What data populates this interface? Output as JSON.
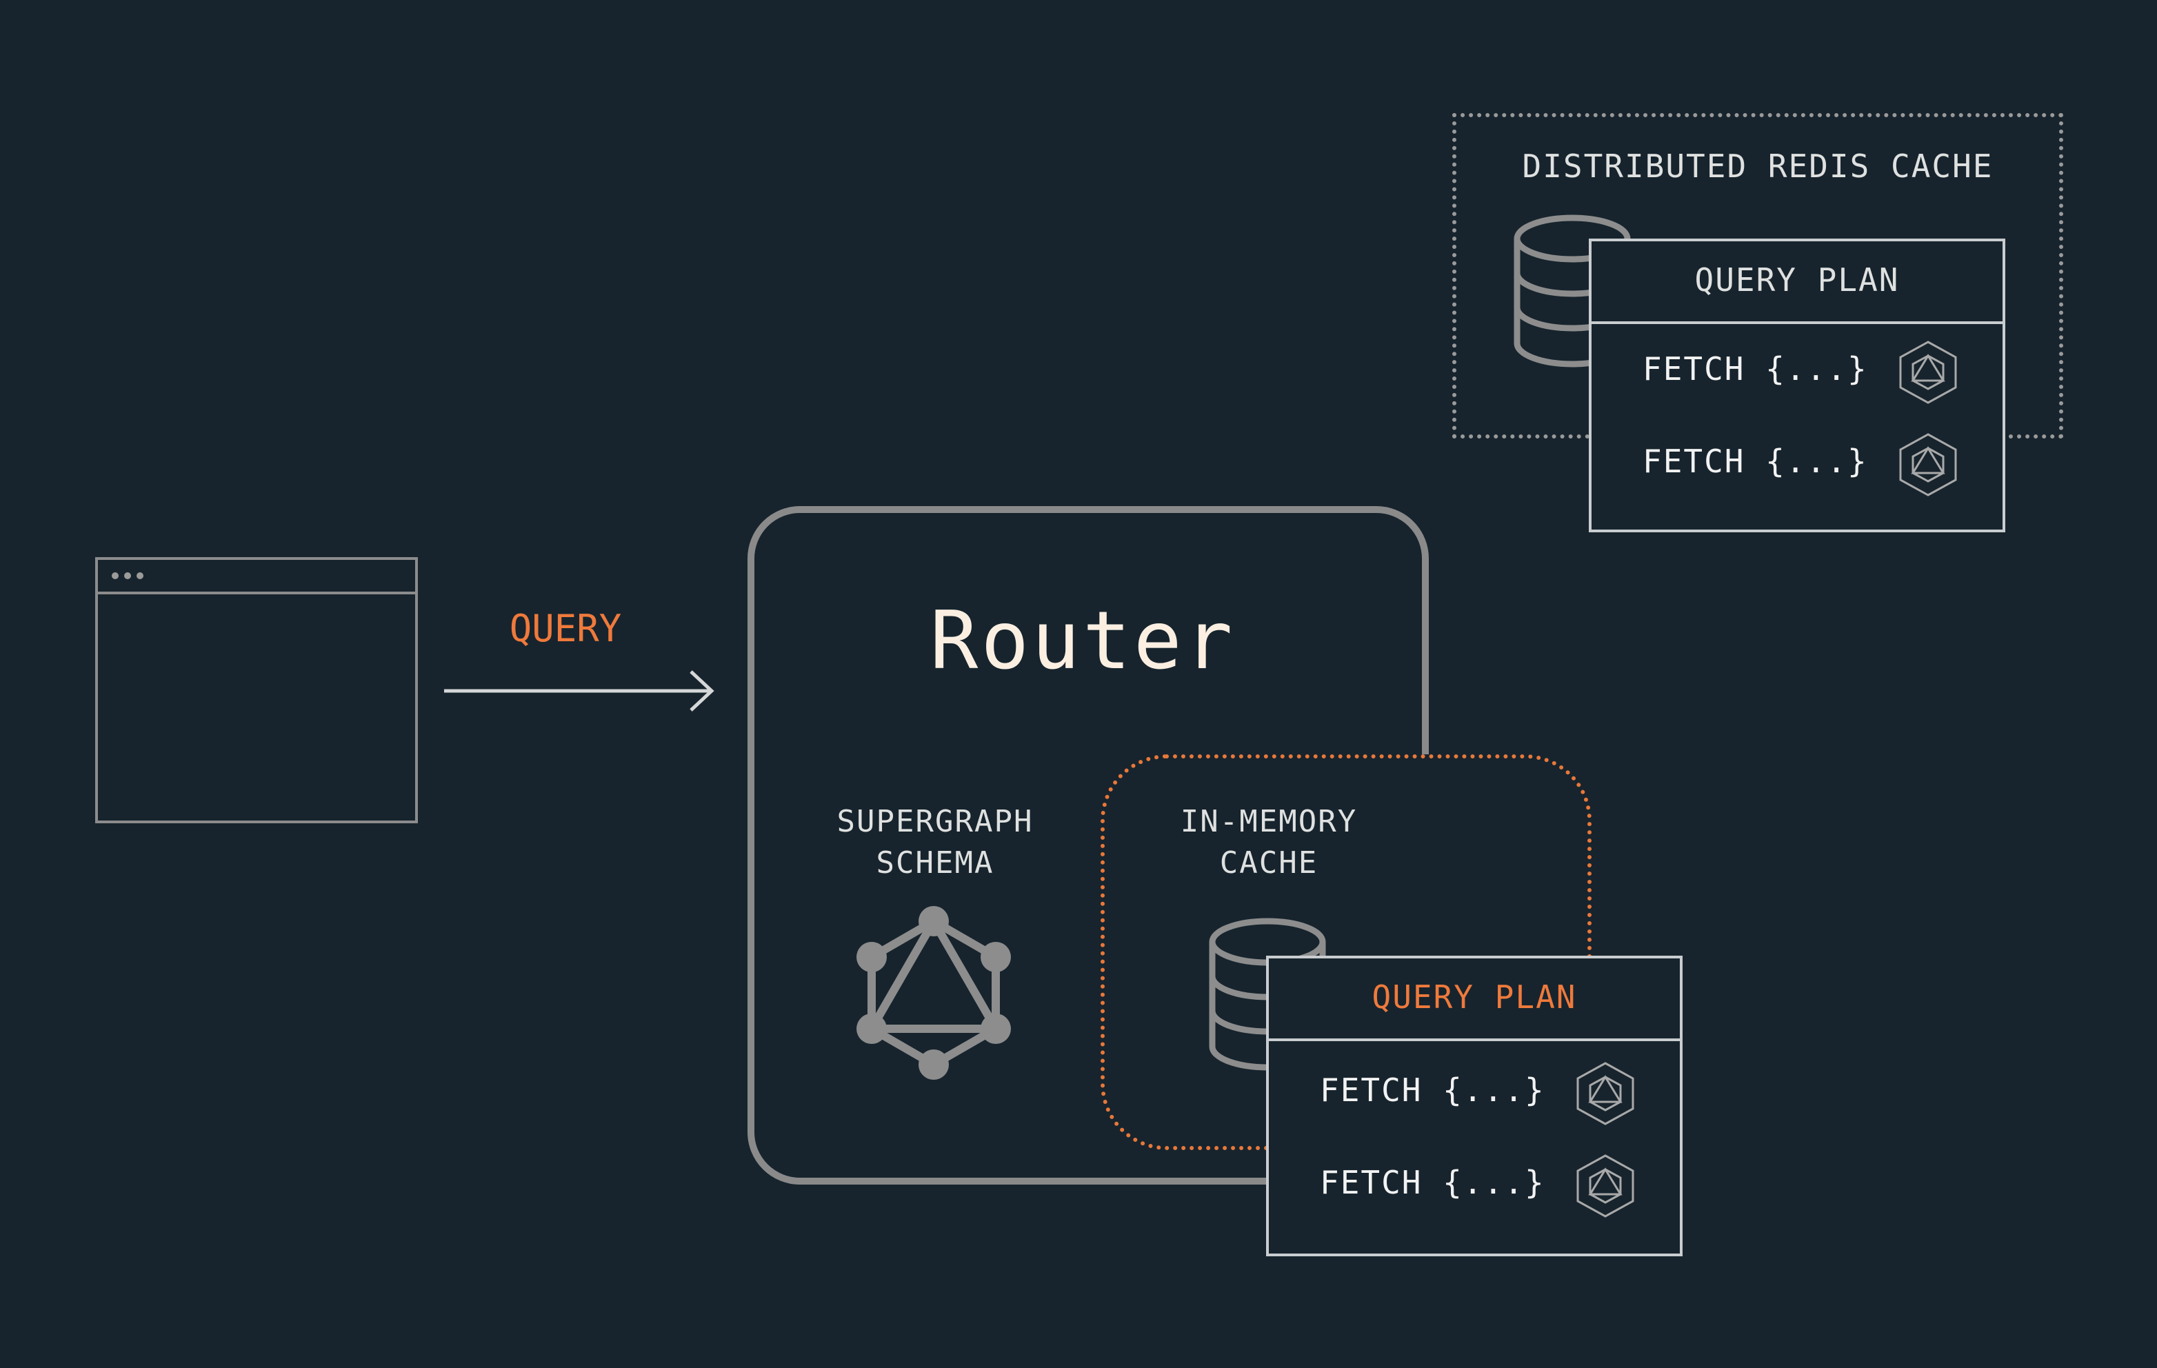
{
  "client": {
    "name": "client-browser-window"
  },
  "query_label": "QUERY",
  "router": {
    "title": "Router",
    "supergraph_label_line1": "SUPERGRAPH",
    "supergraph_label_line2": "SCHEMA",
    "in_memory_cache": {
      "label_line1": "IN-MEMORY",
      "label_line2": "CACHE",
      "query_plan": {
        "title": "QUERY PLAN",
        "rows": [
          {
            "text": "FETCH {...}",
            "icon": "graphql-hexagon-icon"
          },
          {
            "text": "FETCH {...}",
            "icon": "graphql-hexagon-icon"
          }
        ]
      }
    }
  },
  "redis_cache": {
    "label": "DISTRIBUTED REDIS CACHE",
    "query_plan": {
      "title": "QUERY PLAN",
      "rows": [
        {
          "text": "FETCH {...}",
          "icon": "graphql-hexagon-icon"
        },
        {
          "text": "FETCH {...}",
          "icon": "graphql-hexagon-icon"
        }
      ]
    }
  },
  "colors": {
    "background": "#17242d",
    "accent_orange": "#ef7a3c",
    "router_border": "#8a8a8a",
    "text_light": "#dfe1e0"
  }
}
